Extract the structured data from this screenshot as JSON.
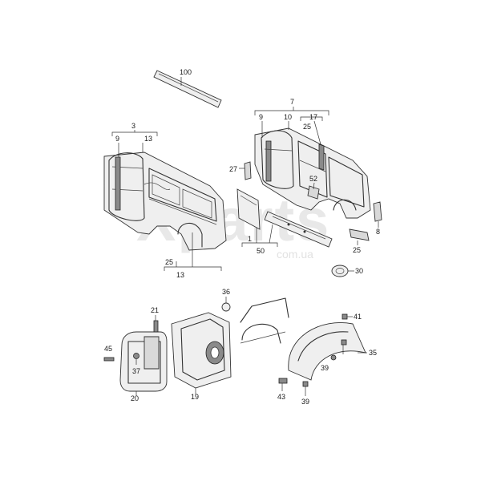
{
  "watermark": {
    "main": "Xparts",
    "sub": "com.ua"
  },
  "labels": {
    "p100": "100",
    "p3": "3",
    "p9a": "9",
    "p13a": "13",
    "p25a": "25",
    "p13b": "13",
    "p7": "7",
    "p9b": "9",
    "p10": "10",
    "p17": "17",
    "p25b": "25",
    "p27": "27",
    "p52": "52",
    "p8": "8",
    "p1": "1",
    "p50": "50",
    "p25c": "25",
    "p30": "30",
    "p36": "36",
    "p21": "21",
    "p45": "45",
    "p37": "37",
    "p20": "20",
    "p19": "19",
    "p41": "41",
    "p35": "35",
    "p39a": "39",
    "p43": "43",
    "p39b": "39"
  }
}
